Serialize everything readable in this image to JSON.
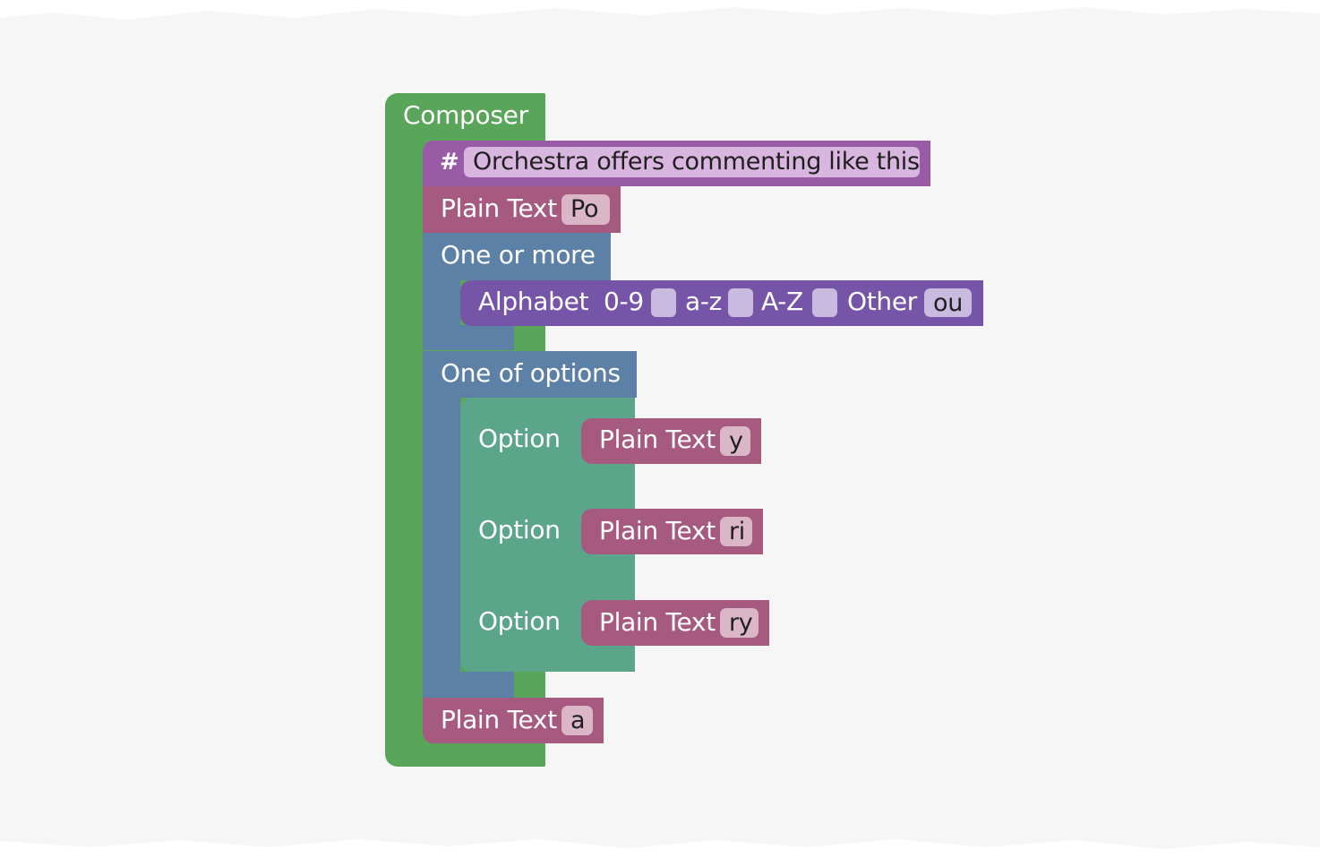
{
  "colors": {
    "composer": "#59a559",
    "comment": "#9a5ba6",
    "comment_field": "#d9b6df",
    "plain_text": "#a75a7f",
    "plain_text_field": "#dbb6c7",
    "one_or_more": "#5c80a6",
    "alphabet": "#7655a8",
    "alphabet_field": "#c9bbe0",
    "option": "#5ba58a",
    "background": "#f6f6f6"
  },
  "composer": {
    "label": "Composer",
    "comment": {
      "symbol": "#",
      "text": "Orchestra offers commenting like this"
    },
    "plain_text_1": {
      "label": "Plain Text",
      "value": "Po"
    },
    "one_or_more": {
      "label": "One or more",
      "alphabet": {
        "label": "Alphabet",
        "digits_label": "0-9",
        "lower_label": "a-z",
        "upper_label": "A-Z",
        "other_label": "Other",
        "other_value": "ou"
      }
    },
    "one_of_options": {
      "label": "One of options",
      "options": [
        {
          "label": "Option",
          "plain_text_label": "Plain Text",
          "value": "y"
        },
        {
          "label": "Option",
          "plain_text_label": "Plain Text",
          "value": "ri"
        },
        {
          "label": "Option",
          "plain_text_label": "Plain Text",
          "value": "ry"
        }
      ]
    },
    "plain_text_2": {
      "label": "Plain Text",
      "value": "a"
    }
  }
}
